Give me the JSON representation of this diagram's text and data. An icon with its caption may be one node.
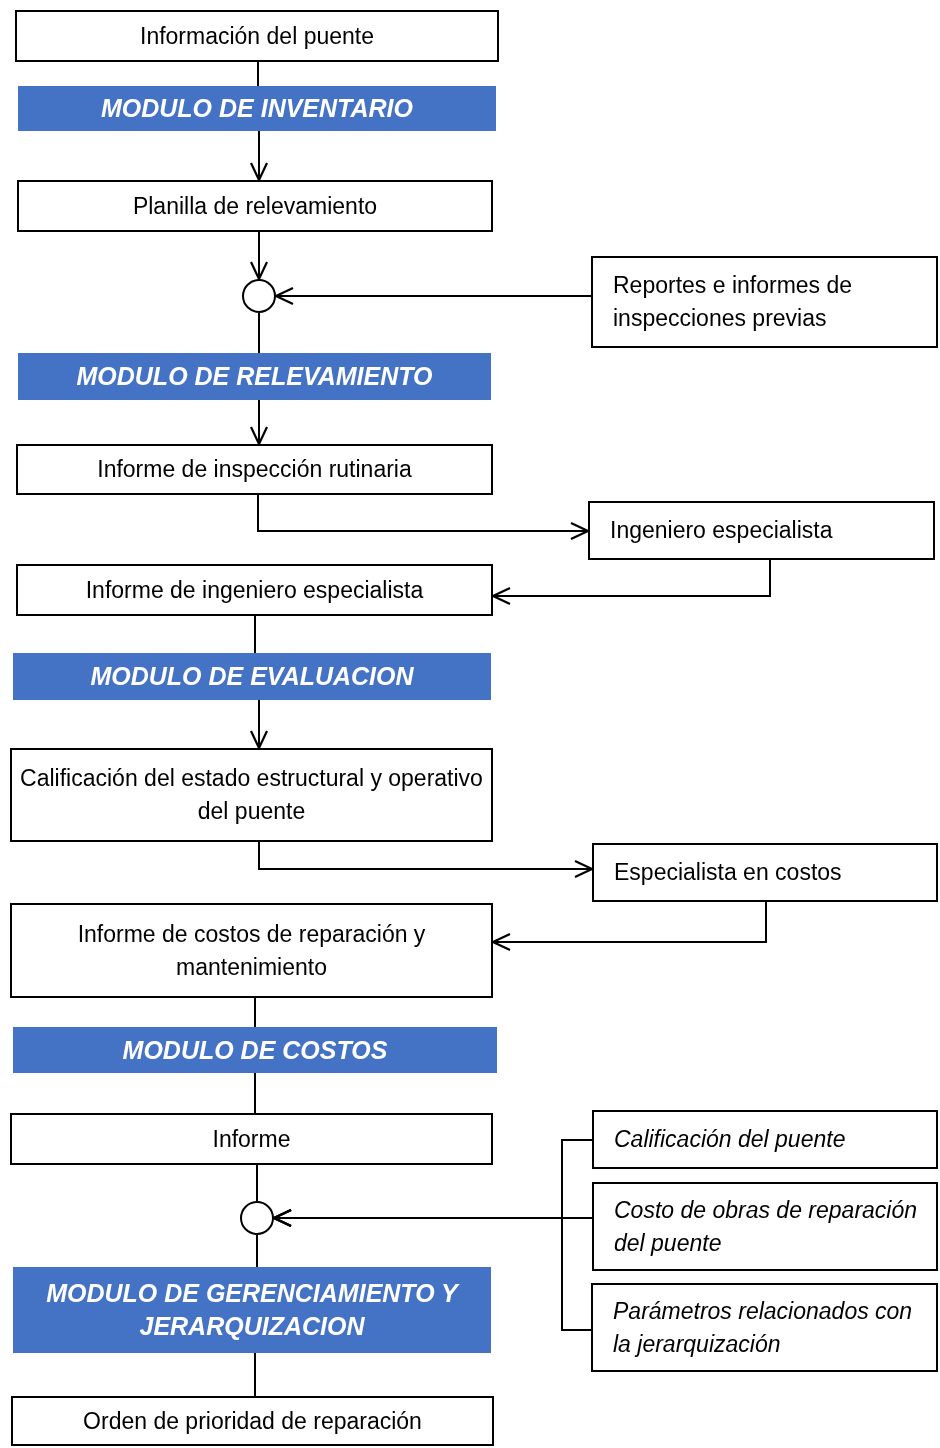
{
  "diagram": {
    "nodes": [
      {
        "text": [
          "Información del puente"
        ]
      },
      {
        "text": [
          "MODULO DE INVENTARIO"
        ]
      },
      {
        "text": [
          "Planilla de relevamiento"
        ]
      },
      {
        "text": [],
        "shape": "circle"
      },
      {
        "text": [
          "Reportes e informes de inspecciones previas"
        ]
      },
      {
        "text": [
          "MODULO DE RELEVAMIENTO"
        ]
      },
      {
        "text": [
          "Informe de inspección rutinaria"
        ]
      },
      {
        "text": [
          "Ingeniero especialista"
        ]
      },
      {
        "text": [
          "Informe de ingeniero especialista"
        ]
      },
      {
        "text": [
          "MODULO DE EVALUACION"
        ]
      },
      {
        "text": [
          "Calificación del estado estructural y operativo del puente"
        ]
      },
      {
        "text": [
          "Especialista en costos"
        ]
      },
      {
        "text": [
          "Informe de costos de reparación y mantenimiento"
        ]
      },
      {
        "text": [
          "MODULO DE COSTOS"
        ]
      },
      {
        "text": [
          "Informe"
        ]
      },
      {
        "text": [
          "Calificación del puente"
        ]
      },
      {
        "text": [],
        "shape": "circle"
      },
      {
        "text": [
          "Costo de obras de reparación del puente"
        ]
      },
      {
        "text": [
          "MODULO DE GERENCIAMIENTO Y JERARQUIZACION"
        ]
      },
      {
        "text": [
          "Parámetros relacionados con la jerarquización"
        ]
      },
      {
        "text": [
          "Orden de prioridad de reparación"
        ]
      }
    ],
    "edges": [
      {
        "from": 0,
        "to": 1,
        "arrow": "none"
      },
      {
        "from": 1,
        "to": 2,
        "arrow": "to"
      },
      {
        "from": 2,
        "to": 3,
        "arrow": "to"
      },
      {
        "from": 4,
        "to": 3,
        "arrow": "to"
      },
      {
        "from": 3,
        "to": 5,
        "arrow": "none"
      },
      {
        "from": 5,
        "to": 6,
        "arrow": "to"
      },
      {
        "from": 6,
        "to": 7,
        "arrow": "to"
      },
      {
        "from": 7,
        "to": 8,
        "arrow": "to"
      },
      {
        "from": 8,
        "to": 9,
        "arrow": "none"
      },
      {
        "from": 9,
        "to": 10,
        "arrow": "to"
      },
      {
        "from": 10,
        "to": 11,
        "arrow": "to"
      },
      {
        "from": 11,
        "to": 12,
        "arrow": "to"
      },
      {
        "from": 12,
        "to": 13,
        "arrow": "none"
      },
      {
        "from": 13,
        "to": 14,
        "arrow": "none"
      },
      {
        "from": 14,
        "to": 16,
        "arrow": "none"
      },
      {
        "from": 15,
        "to": 16,
        "arrow": "to"
      },
      {
        "from": 17,
        "to": 16,
        "arrow": "to"
      },
      {
        "from": 19,
        "to": 16,
        "arrow": "to"
      },
      {
        "from": 16,
        "to": 18,
        "arrow": "none"
      },
      {
        "from": 18,
        "to": 20,
        "arrow": "none"
      }
    ]
  }
}
